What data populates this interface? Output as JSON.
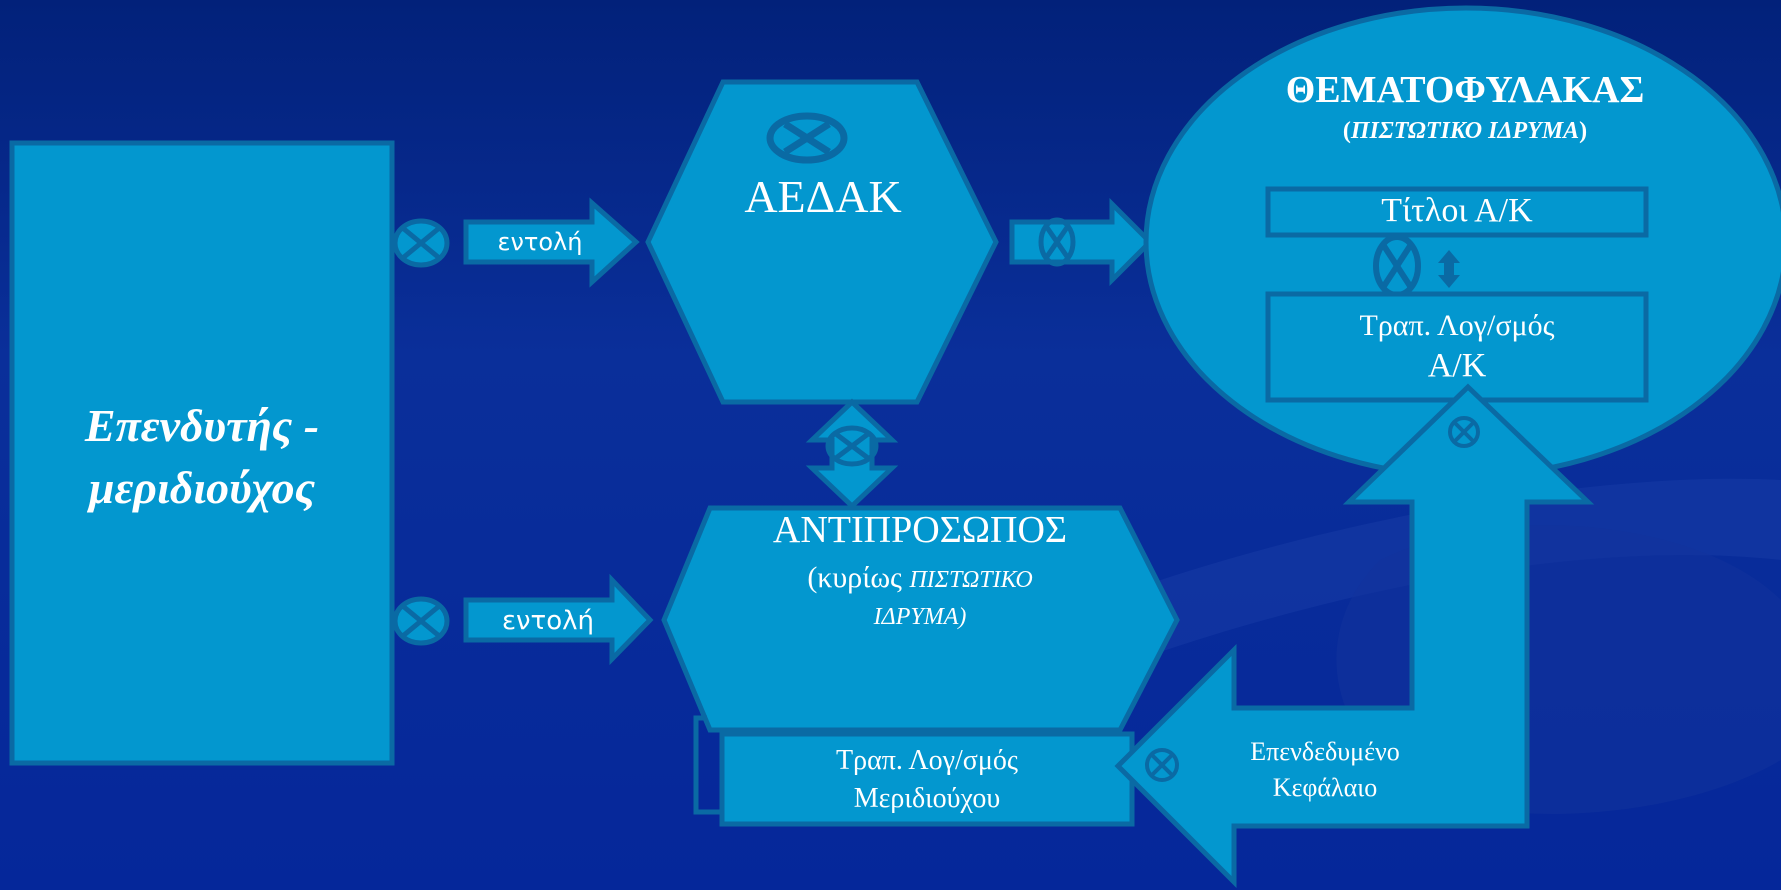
{
  "investor": {
    "line1": "Επενδυτής -",
    "line2": "μεριδιούχος"
  },
  "mfmc": {
    "title": "ΑΕΔΑΚ"
  },
  "custodian": {
    "title": "ΘΕΜΑΤΟΦΥΛΑΚΑΣ",
    "subtitle_open": "(",
    "subtitle_italic": "ΠΙΣΤΩΤΙΚΟ ΙΔΡΥΜΑ",
    "subtitle_close": ")"
  },
  "titles_box": {
    "label": "Τίτλοι Α/Κ"
  },
  "bank_account_fund": {
    "line1": "Τραπ. Λογ/σμός",
    "line2": "Α/Κ"
  },
  "representative": {
    "title": "ΑΝΤΙΠΡΟΣΩΠΟΣ",
    "line2_prefix": "(κυρίως",
    "line2_italic": "ΠΙΣΤΩΤΙΚΟ",
    "line3_italic": "ΙΔΡΥΜΑ)"
  },
  "bank_account_holder": {
    "line1": "Τραπ. Λογ/σμός",
    "line2": "Μεριδιούχου"
  },
  "order_arrow_top": {
    "label": "εντολή"
  },
  "order_arrow_bottom": {
    "label": "εντολή"
  },
  "invested_capital": {
    "line1": "Επενδεδυμένο",
    "line2": "Κεφάλαιο"
  },
  "colors": {
    "background": "#0a2f9a",
    "shape_fill": "#0397cf",
    "shape_stroke": "#0a6aa4",
    "text": "#ffffff"
  },
  "icons": [
    "circle-x-icon",
    "double-arrow-icon"
  ]
}
